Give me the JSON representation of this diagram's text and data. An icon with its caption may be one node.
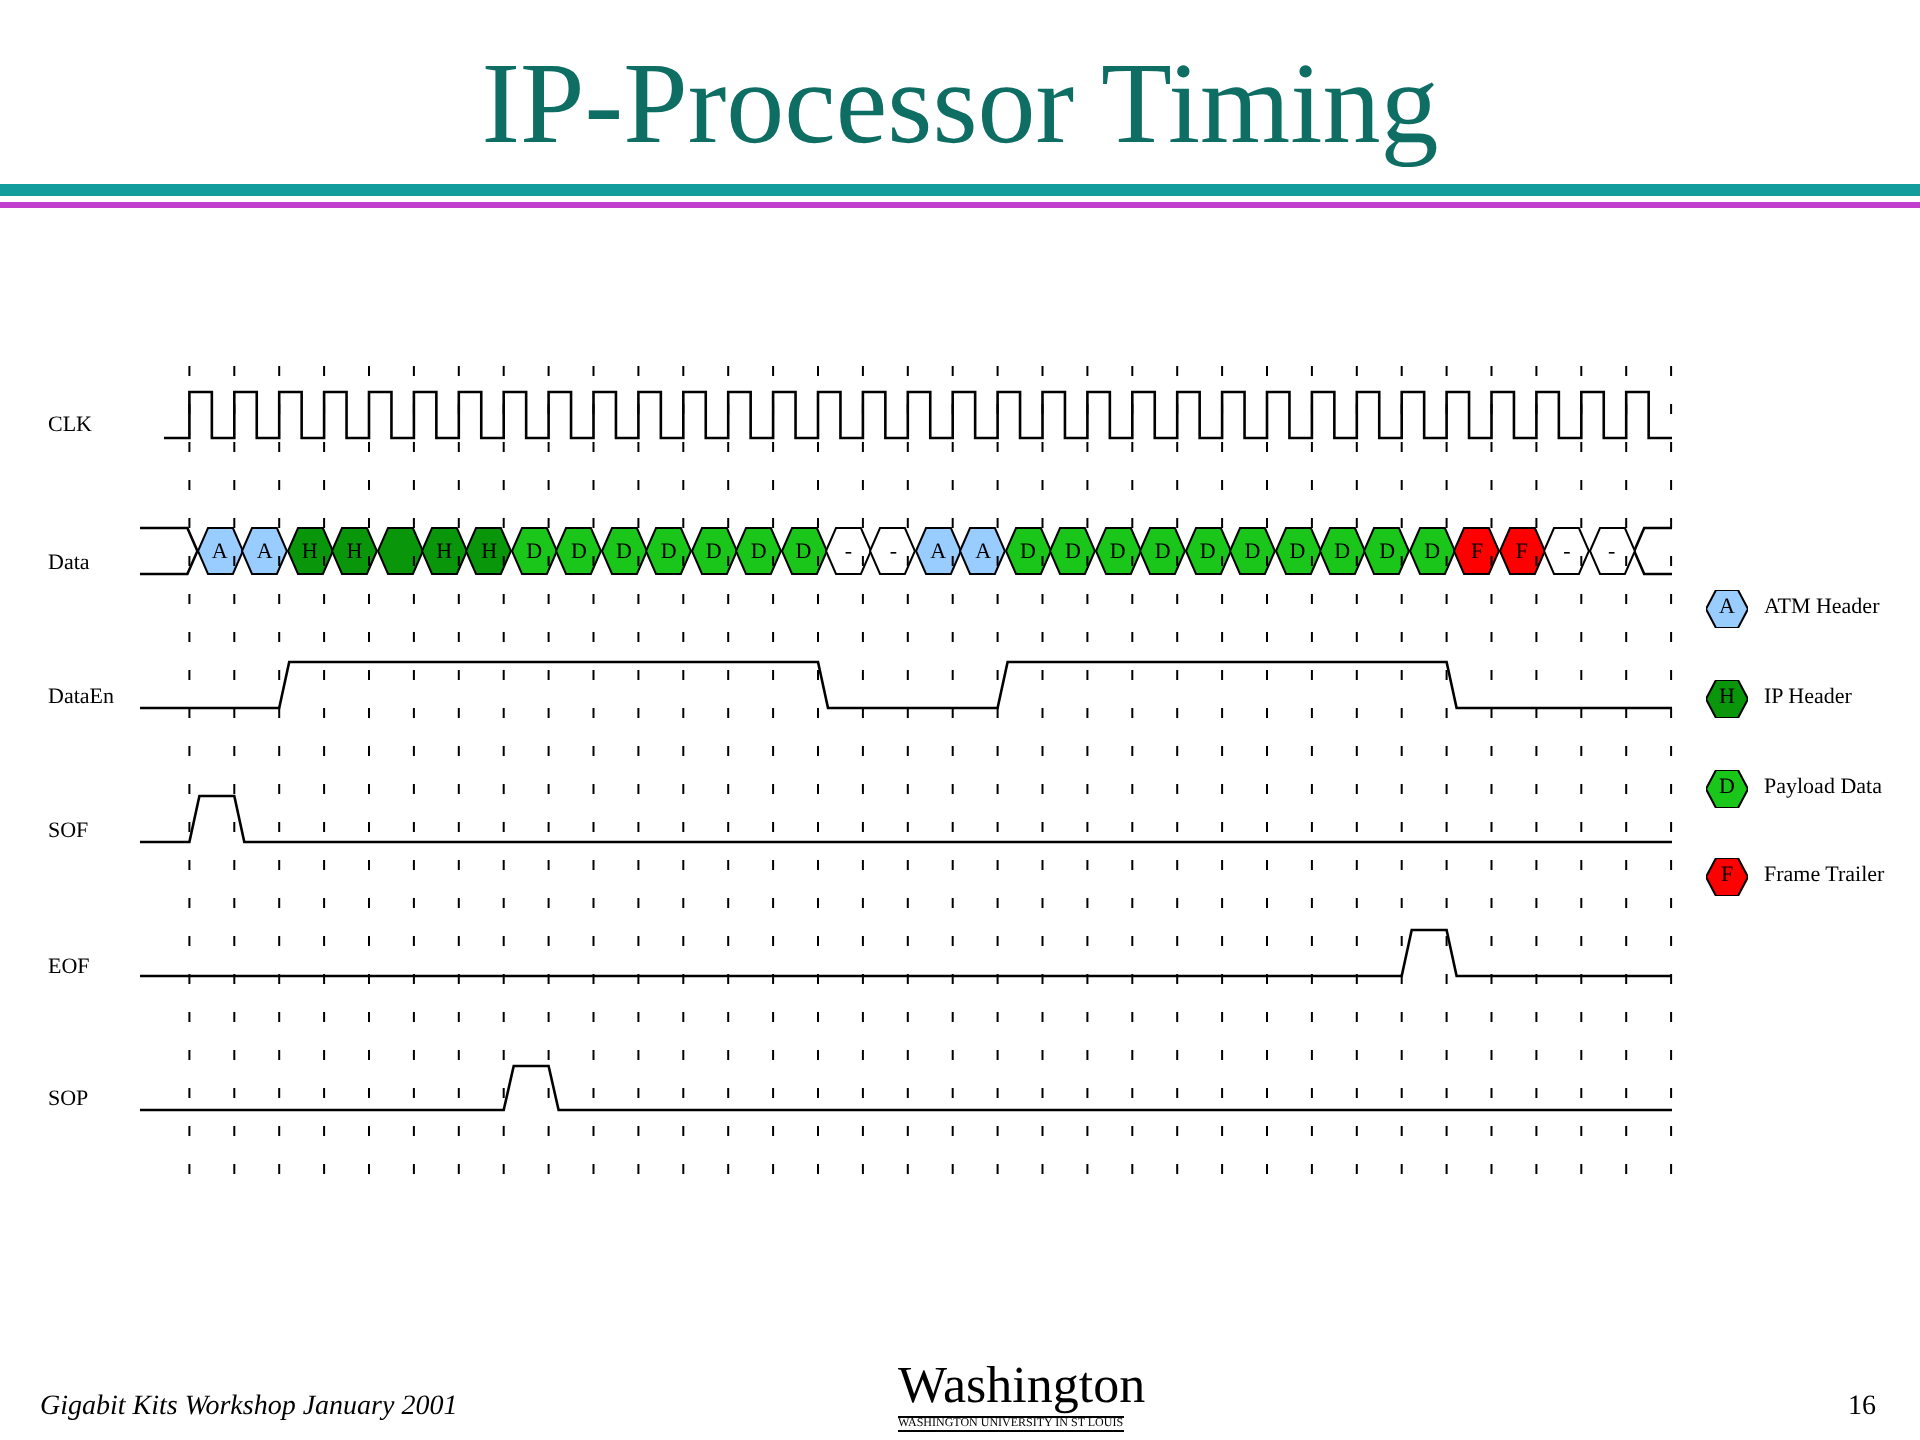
{
  "diagram": {
    "title": "IP-Processor Timing",
    "nodes": [
      {
        "text": [
          "A"
        ]
      },
      {
        "text": [
          "A"
        ]
      },
      {
        "text": [
          "H"
        ]
      },
      {
        "text": [
          "H"
        ]
      },
      {
        "text": [],
        "shape": "hexagon"
      },
      {
        "text": [
          "H"
        ]
      },
      {
        "text": [
          "H"
        ]
      },
      {
        "text": [
          "D"
        ]
      },
      {
        "text": [
          "D"
        ]
      },
      {
        "text": [
          "D"
        ]
      },
      {
        "text": [
          "D"
        ]
      },
      {
        "text": [
          "D"
        ]
      },
      {
        "text": [
          "D"
        ]
      },
      {
        "text": [
          "D"
        ]
      },
      {
        "text": [
          "-"
        ]
      },
      {
        "text": [
          "-"
        ]
      },
      {
        "text": [
          "A"
        ]
      },
      {
        "text": [
          "A"
        ]
      },
      {
        "text": [
          "D"
        ]
      },
      {
        "text": [
          "D"
        ]
      },
      {
        "text": [
          "D"
        ]
      },
      {
        "text": [
          "D"
        ]
      },
      {
        "text": [
          "D"
        ]
      },
      {
        "text": [
          "D"
        ]
      },
      {
        "text": [
          "D"
        ]
      },
      {
        "text": [
          "D"
        ]
      },
      {
        "text": [
          "D"
        ]
      },
      {
        "text": [
          "D"
        ]
      },
      {
        "text": [
          "F"
        ]
      },
      {
        "text": [
          "F"
        ]
      },
      {
        "text": [
          "-"
        ]
      },
      {
        "text": [
          "-"
        ]
      }
    ],
    "labels": [
      "CLK",
      "Data",
      "DataEn",
      "SOF",
      "EOF",
      "SOP",
      "A",
      "H",
      "D",
      "F",
      "Gigabit Kits Workshop January 2001",
      "Washington",
      "WASHINGTON UNIVERSITY IN ST LOUIS",
      "16"
    ],
    "legend": [
      {
        "text": "ATM Header",
        "color": "#99ccff"
      },
      {
        "text": "IP Header",
        "color": "#0a960a"
      },
      {
        "text": "Payload Data",
        "color": "#19c619"
      },
      {
        "text": "Frame Trailer",
        "color": "#ff0000"
      }
    ]
  }
}
